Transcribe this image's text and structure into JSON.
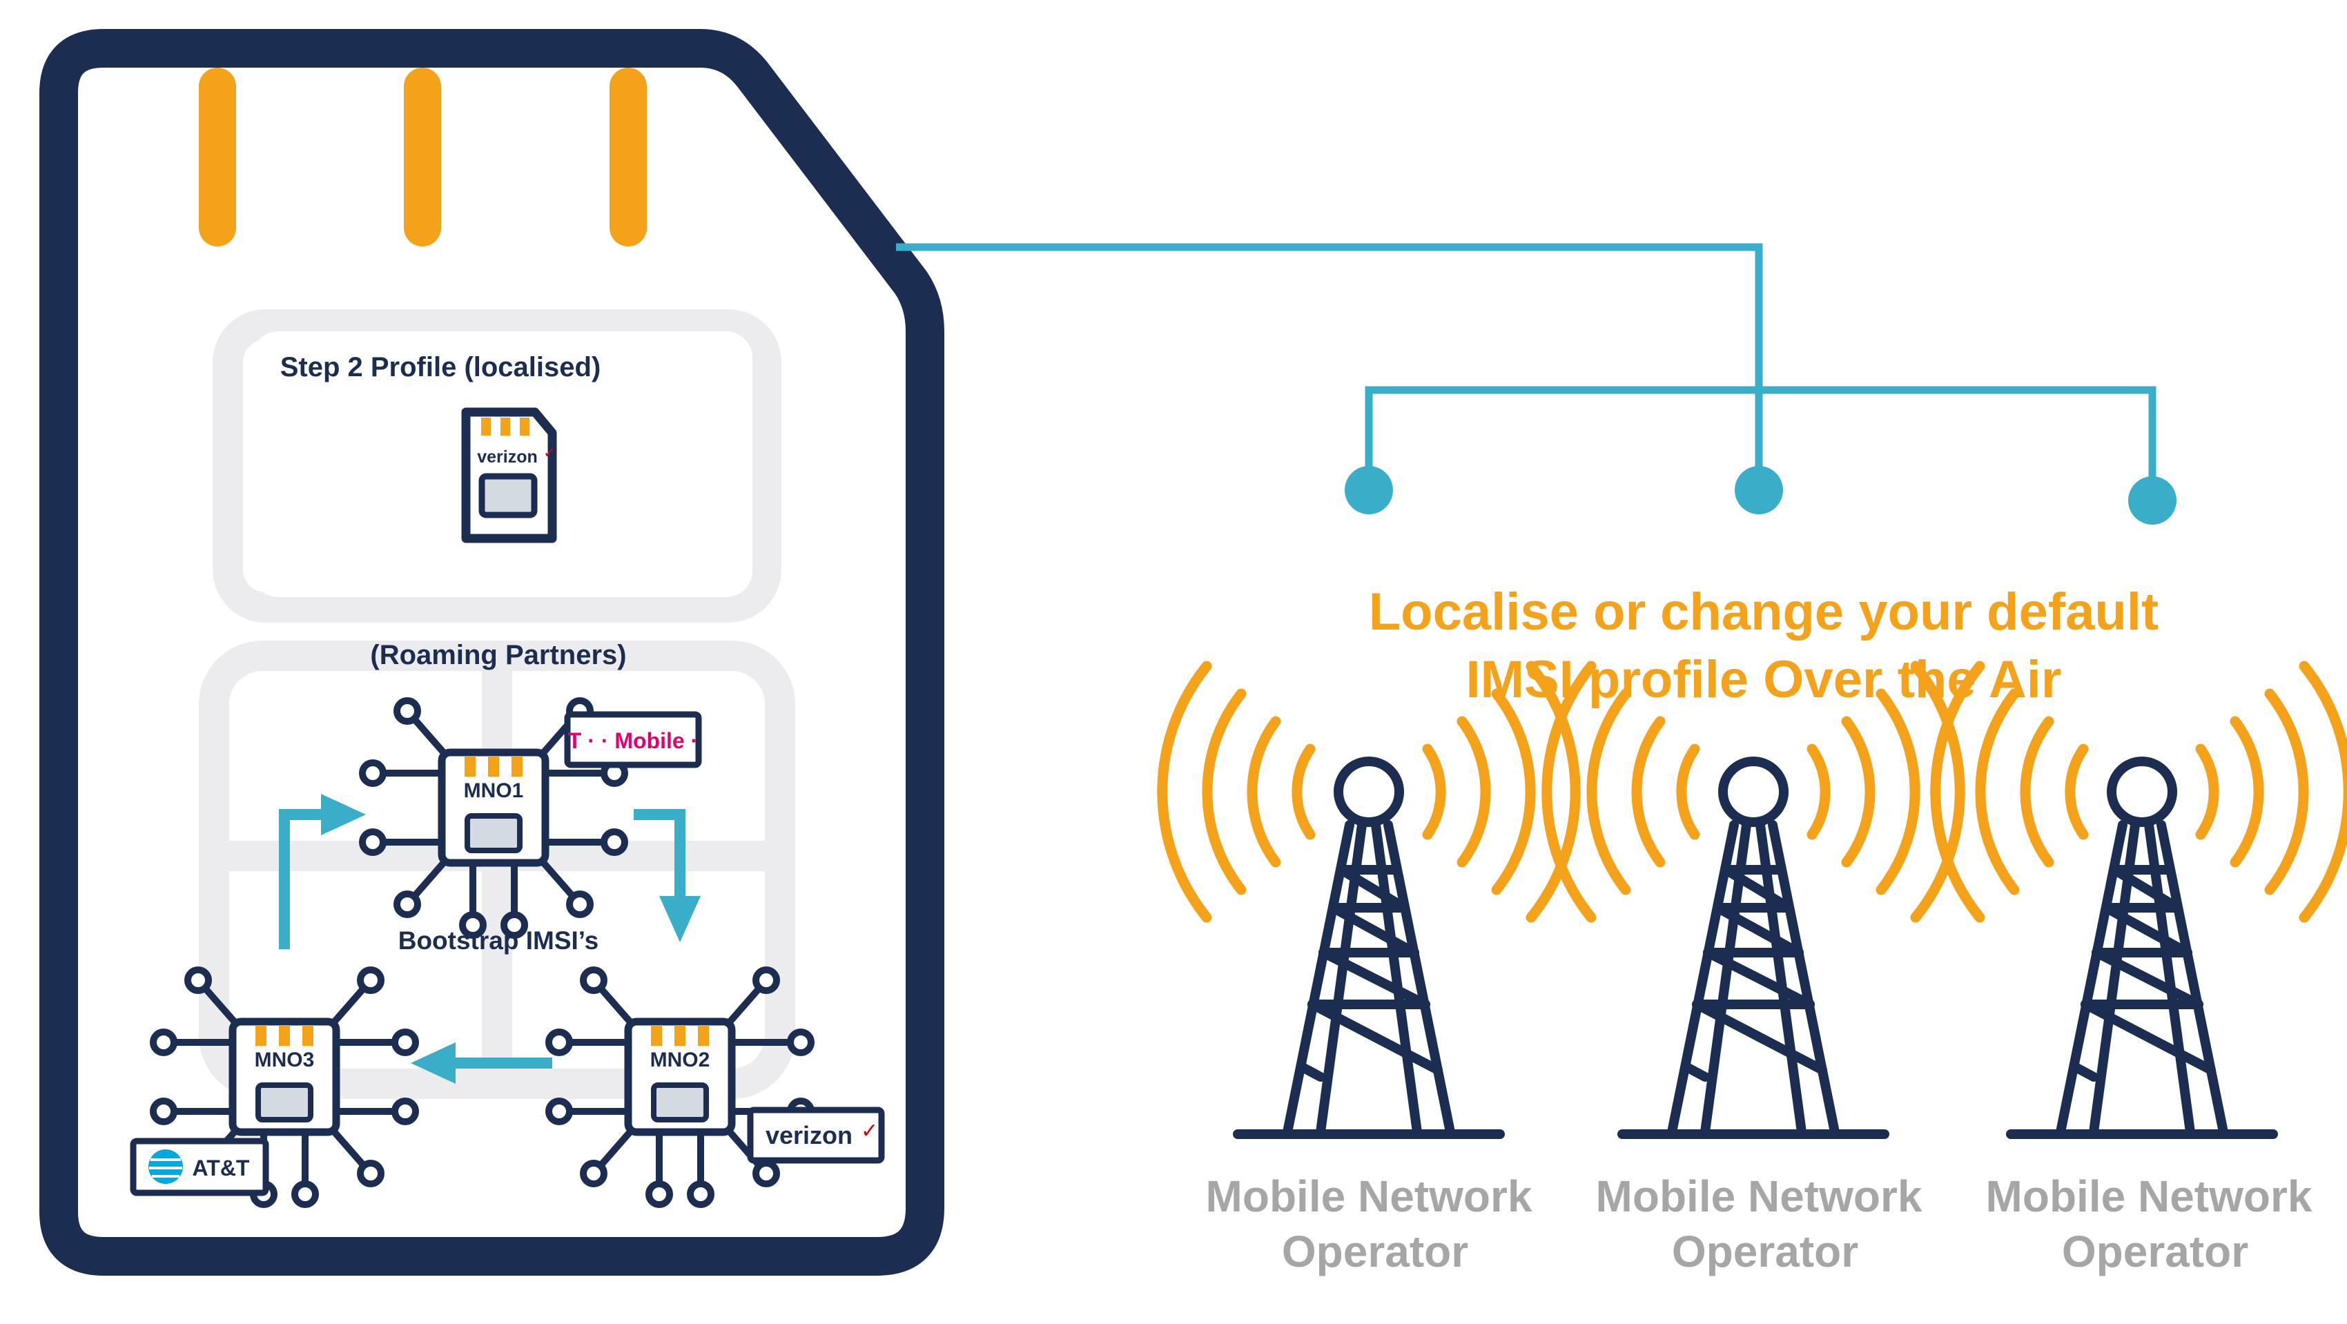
{
  "sim": {
    "step2_label": "Step 2 Profile (localised)",
    "step2_brand": "verizon",
    "roaming_label": "(Roaming Partners)",
    "bootstrap_label": "Bootstrap IMSI’s",
    "chips": [
      {
        "label": "MNO1",
        "brand": "T · · Mobile ·"
      },
      {
        "label": "MNO2",
        "brand": "verizon"
      },
      {
        "label": "MNO3",
        "brand": "AT&T"
      }
    ]
  },
  "headline": {
    "line1": "Localise or change your default",
    "line2": "IMSI profile Over the Air"
  },
  "towers": [
    {
      "line1": "Mobile Network",
      "line2": "Operator"
    },
    {
      "line1": "Mobile Network",
      "line2": "Operator"
    },
    {
      "line1": "Mobile Network",
      "line2": "Operator"
    }
  ],
  "colors": {
    "navy": "#1c2d52",
    "orange": "#f5a21b",
    "teal": "#3aaec9",
    "grey": "#a6a6a6",
    "tmobile": "#e20074",
    "verizon_check": "#cd040b",
    "att_blue": "#00a8e0"
  }
}
